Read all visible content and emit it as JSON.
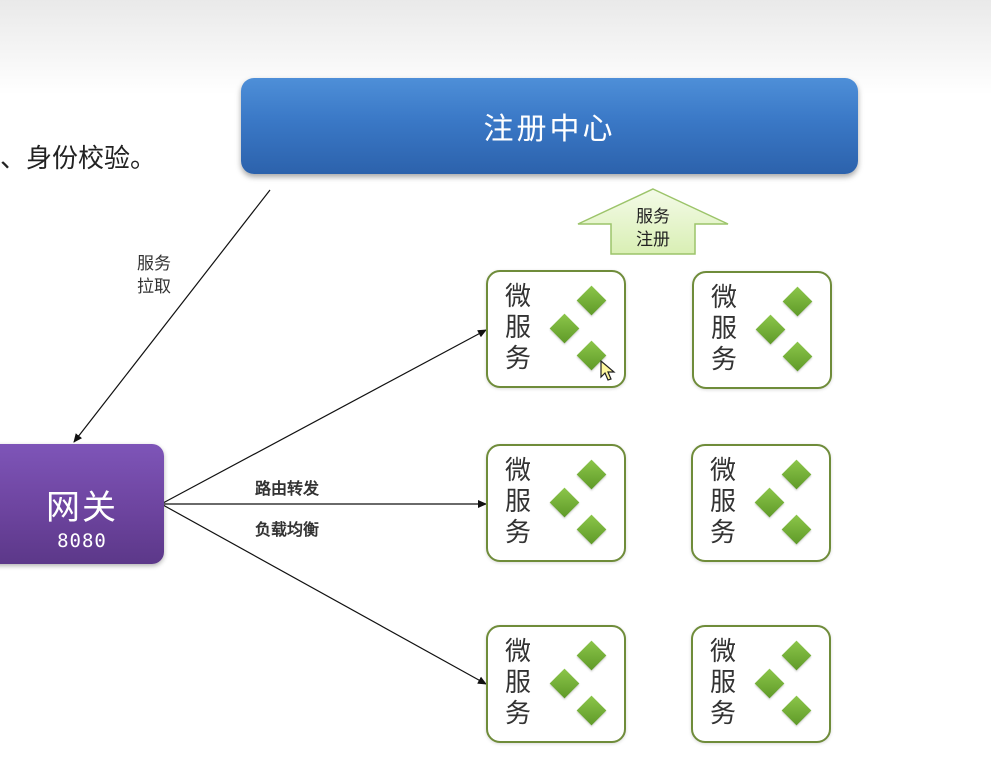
{
  "page": {
    "cut_text": "、身份校验。"
  },
  "diagram": {
    "registry": {
      "label": "注册中心"
    },
    "registration_arrow": {
      "line1": "服务",
      "line2": "注册"
    },
    "pull_edge": {
      "line1": "服务",
      "line2": "拉取"
    },
    "route_edge": {
      "label1": "路由转发",
      "label2": "负载均衡"
    },
    "gateway": {
      "name": "网关",
      "port": "8080"
    },
    "services": [
      {
        "label": "微服务"
      },
      {
        "label": "微服务"
      },
      {
        "label": "微服务"
      },
      {
        "label": "微服务"
      },
      {
        "label": "微服务"
      },
      {
        "label": "微服务"
      }
    ]
  },
  "colors": {
    "registry_blue": "#3a78c6",
    "gateway_purple": "#6d449f",
    "service_border": "#6f8c3a",
    "diamond_green": "#7db53c",
    "arrow_fill": "#e8f7cf"
  }
}
